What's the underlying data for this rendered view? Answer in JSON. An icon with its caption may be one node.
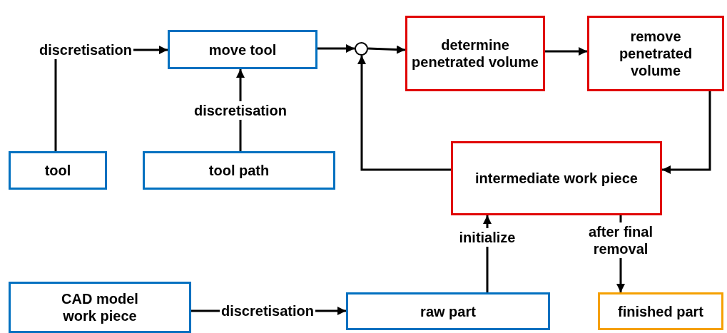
{
  "diagram": {
    "nodes": [
      {
        "text": [
          "move tool"
        ]
      },
      {
        "text": [],
        "shape": "circle"
      },
      {
        "text": [
          "determine penetrated volume"
        ]
      },
      {
        "text": [
          "remove penetrated volume"
        ]
      },
      {
        "text": [
          "tool"
        ]
      },
      {
        "text": [
          "tool path"
        ]
      },
      {
        "text": [
          "intermediate work piece"
        ]
      },
      {
        "text": [
          "CAD model work piece"
        ]
      },
      {
        "text": [
          "raw part"
        ]
      },
      {
        "text": [
          "finished part"
        ]
      }
    ],
    "edges": [
      {
        "from": 4,
        "to": 0,
        "arrow": "to",
        "label": "discretisation"
      },
      {
        "from": 5,
        "to": 0,
        "arrow": "to",
        "label": "discretisation"
      },
      {
        "from": 0,
        "to": 1,
        "arrow": "to"
      },
      {
        "from": 1,
        "to": 2,
        "arrow": "to"
      },
      {
        "from": 2,
        "to": 3,
        "arrow": "to"
      },
      {
        "from": 3,
        "to": 6,
        "arrow": "to"
      },
      {
        "from": 6,
        "to": 1,
        "arrow": "to"
      },
      {
        "from": 8,
        "to": 6,
        "arrow": "to",
        "label": "initialize"
      },
      {
        "from": 6,
        "to": 9,
        "arrow": "to",
        "label": "after final removal"
      },
      {
        "from": 7,
        "to": 8,
        "arrow": "to",
        "label": "discretisation"
      }
    ]
  }
}
